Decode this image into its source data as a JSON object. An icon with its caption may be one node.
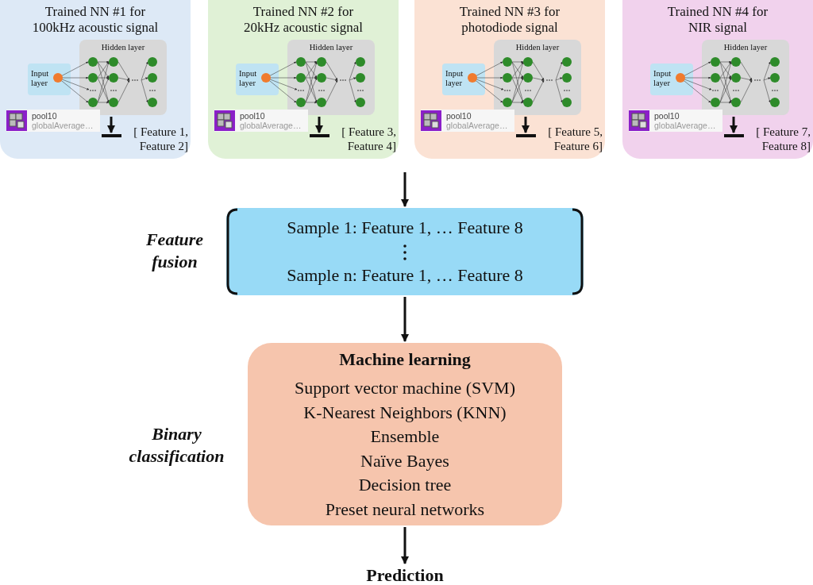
{
  "diagram": {
    "nodes": [
      {
        "text": [
          "Trained NN #1 for 100kHz acoustic signal"
        ]
      },
      {
        "text": [
          "Input layer"
        ],
        "in": 0
      },
      {
        "text": [
          "Hidden layer"
        ],
        "in": 0
      },
      {
        "text": [],
        "shape": "bar",
        "in": 0,
        "beside": [
          "[ Feature 1, Feature 2]"
        ]
      },
      {
        "text": [
          "Trained NN #2 for 20kHz acoustic signal"
        ]
      },
      {
        "text": [
          "Input layer"
        ],
        "in": 4
      },
      {
        "text": [
          "Hidden layer"
        ],
        "in": 4
      },
      {
        "text": [],
        "shape": "bar",
        "in": 4,
        "beside": [
          "[ Feature 3, Feature 4]"
        ]
      },
      {
        "text": [
          "Trained NN #3 for photodiode signal"
        ]
      },
      {
        "text": [
          "Input layer"
        ],
        "in": 8
      },
      {
        "text": [
          "Hidden layer"
        ],
        "in": 8
      },
      {
        "text": [],
        "shape": "bar",
        "in": 8,
        "beside": [
          "[ Feature 5, Feature 6]"
        ]
      },
      {
        "text": [
          "Trained NN #4 for NIR signal"
        ]
      },
      {
        "text": [
          "Input layer"
        ],
        "in": 12
      },
      {
        "text": [
          "Hidden layer"
        ],
        "in": 12
      },
      {
        "text": [],
        "shape": "bar",
        "in": 12,
        "beside": [
          "[ Feature 7, Feature 8]"
        ]
      },
      {
        "text": [
          "Sample 1: Feature 1, … Feature 8",
          "Sample n: Feature 1, … Feature 8"
        ],
        "beside": [
          "Feature fusion"
        ]
      },
      {
        "text": [
          "Machine learning",
          "Support vector machine (SVM)",
          "K-Nearest Neighbors (KNN)",
          "Ensemble",
          "Naïve Bayes",
          "Decision tree",
          "Preset neural networks"
        ],
        "beside": [
          "Binary classification"
        ]
      },
      {
        "text": [
          "Prediction"
        ]
      }
    ],
    "edges": [
      {
        "from": 2,
        "to": 3,
        "arrow": "to"
      },
      {
        "from": 6,
        "to": 7,
        "arrow": "to"
      },
      {
        "from": 10,
        "to": 11,
        "arrow": "to"
      },
      {
        "from": 14,
        "to": 15,
        "arrow": "to"
      },
      {
        "from": null,
        "to": 16,
        "arrow": "to"
      },
      {
        "from": 16,
        "to": 17,
        "arrow": "to"
      },
      {
        "from": 17,
        "to": 18,
        "arrow": "to"
      }
    ],
    "labels": [
      "pool10",
      "globalAverage…",
      "pool10",
      "globalAverage…",
      "pool10",
      "globalAverage…",
      "pool10",
      "globalAverage…"
    ]
  }
}
